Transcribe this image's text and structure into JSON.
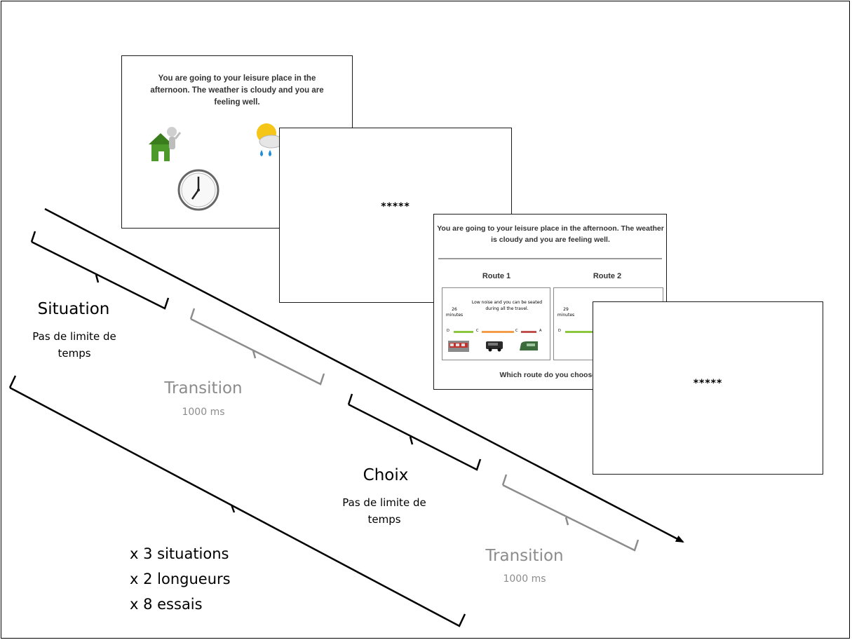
{
  "screen1": {
    "text": "You are going to your leisure place in the afternoon. The weather is cloudy and you are feeling well.",
    "icons": [
      "person-house-icon",
      "sun-cloud-rain-icon",
      "clock-icon"
    ]
  },
  "screen2": {
    "stars": "*****"
  },
  "screen3": {
    "header": "You are going to your leisure place in the afternoon. The weather is cloudy and you are feeling well.",
    "route1": {
      "title": "Route 1",
      "time_value": "26",
      "time_unit": "minutes",
      "comfort": "Low noise and you can be seated during all the travel.",
      "stop_labels": [
        "D",
        "C",
        "C",
        "A"
      ],
      "segment_colors": [
        "#8dc63f",
        "#f39c4a",
        "#c0504d"
      ],
      "modes": [
        "tram-icon",
        "bus-icon",
        "train-icon"
      ]
    },
    "route2": {
      "title": "Route 2",
      "time_value": "29",
      "time_unit": "minutes",
      "stop_labels": [
        "D"
      ],
      "segment_colors": [
        "#8dc63f"
      ]
    },
    "question": "Which route do you choose?"
  },
  "screen4": {
    "stars": "*****"
  },
  "phases": {
    "situation": {
      "label": "Situation",
      "sub": "Pas de limite de temps"
    },
    "transition1": {
      "label": "Transition",
      "sub": "1000 ms"
    },
    "choix": {
      "label": "Choix",
      "sub": "Pas de limite de temps"
    },
    "transition2": {
      "label": "Transition",
      "sub": "1000 ms"
    }
  },
  "repetitions": [
    "x 3 situations",
    "x 2 longueurs",
    "x 8 essais"
  ],
  "colors": {
    "black": "#000000",
    "gray": "#8c8c8c",
    "green": "#8dc63f",
    "orange": "#f39c4a",
    "red": "#c0504d"
  }
}
